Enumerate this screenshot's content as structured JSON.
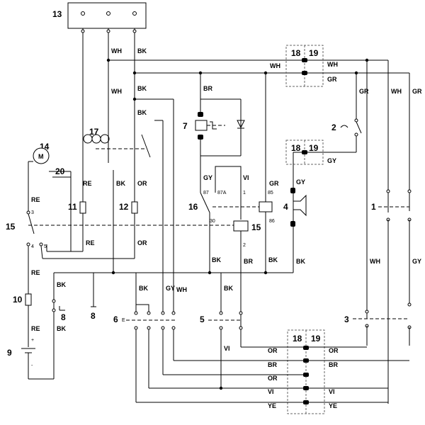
{
  "components": {
    "c1": "1",
    "c2": "2",
    "c3": "3",
    "c4": "4",
    "c5": "5",
    "c6": "6",
    "c7": "7",
    "c8a": "8",
    "c8b": "8",
    "c9": "9",
    "c10": "10",
    "c11": "11",
    "c12": "12",
    "c13": "13",
    "c14": "14",
    "c15a": "15",
    "c15b": "15",
    "c16": "16",
    "c17": "17",
    "c20": "20",
    "c18a": "18",
    "c19a": "19",
    "c18b": "18",
    "c19b": "19",
    "c18c": "18",
    "c19c": "19",
    "motor": "M"
  },
  "wires": {
    "WH": "WH",
    "BK": "BK",
    "BR": "BR",
    "GR": "GR",
    "GY": "GY",
    "RE": "RE",
    "OR": "OR",
    "VI": "VI",
    "YE": "YE"
  },
  "pins": {
    "p3": "3",
    "p4": "4",
    "p5": "5",
    "p30": "30",
    "p87": "87",
    "p87a": "87A",
    "p85": "85",
    "p86": "86",
    "p1": "1",
    "p2": "2",
    "plus": "+",
    "minus": "-",
    "E": "E"
  }
}
